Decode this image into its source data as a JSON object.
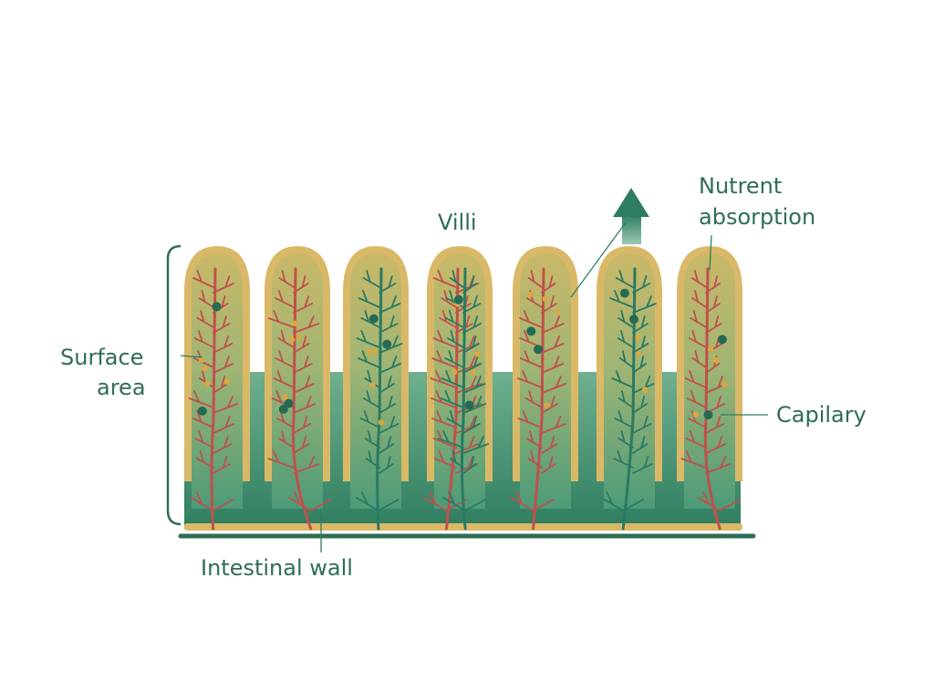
{
  "labels": {
    "villi": "Villi",
    "nutrient_line1": "Nutrent",
    "nutrient_line2": "absorption",
    "surface_line1": "Surface",
    "surface_line2": "area",
    "capillary": "Capilary",
    "intestinal_wall": "Intestinal wall"
  },
  "colors": {
    "text": "#2f6d55",
    "wall_top": "#5ea786",
    "wall_bottom": "#2f7d60",
    "epithelium": "#d9b968",
    "villus_core_top": "#cdb867",
    "villus_core_bottom": "#5fa685",
    "artery": "#c0504d",
    "lacteal": "#2a7a63",
    "nutrient_gold": "#d9a840",
    "nutrient_teal": "#256a55",
    "arrow": "#2f7d60",
    "base_line": "#2f6d55"
  },
  "villi": [
    {
      "vessel": "red"
    },
    {
      "vessel": "red"
    },
    {
      "vessel": "teal"
    },
    {
      "vessel": "red-teal"
    },
    {
      "vessel": "red"
    },
    {
      "vessel": "teal"
    },
    {
      "vessel": "red"
    }
  ],
  "icons": {
    "arrow": "up-arrow-icon",
    "bracket": "bracket-icon"
  }
}
